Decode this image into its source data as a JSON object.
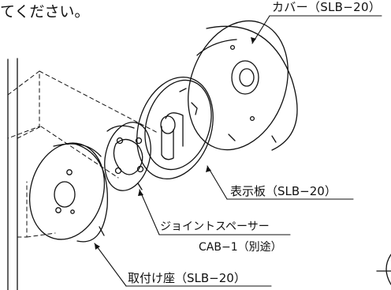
{
  "header": {
    "fragment_text": "てください。"
  },
  "labels": {
    "cover": "カバー（SLB−20）",
    "display_plate": "表示板（SLB−20）",
    "joint_spacer": "ジョイントスペーサー",
    "joint_spacer_part": "CAB−1（別途）",
    "mounting_base": "取付け座（SLB−20）"
  },
  "colors": {
    "line": "#111111",
    "background": "#ffffff"
  }
}
